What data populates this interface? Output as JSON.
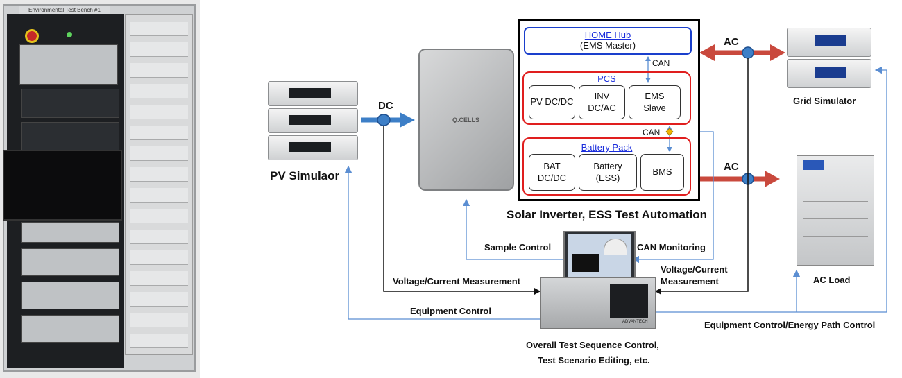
{
  "rack_photo": {
    "title": "Environmental Test Bench #1"
  },
  "pv_simulator": {
    "label": "PV Simulaor"
  },
  "inverter": {
    "logo": "Q.CELLS"
  },
  "automation_box": {
    "caption": "Solar Inverter, ESS Test Automation",
    "home_hub": {
      "title": "HOME Hub",
      "subtitle": "(EMS Master)"
    },
    "pcs": {
      "title": "PCS",
      "items": [
        "PV DC/DC",
        "INV\nDC/AC",
        "EMS\nSlave"
      ]
    },
    "battery_pack": {
      "title": "Battery Pack",
      "items": [
        "BAT\nDC/DC",
        "Battery\n(ESS)",
        "BMS"
      ]
    },
    "can_top": "CAN",
    "can_mid": "CAN"
  },
  "links": {
    "dc": "DC",
    "ac_grid": "AC",
    "ac_load": "AC"
  },
  "grid_simulator": {
    "label": "Grid Simulator"
  },
  "ac_load": {
    "label": "AC Load"
  },
  "controller": {
    "sample_control": "Sample Control",
    "can_monitoring": "CAN Monitoring",
    "vc_measure_left": "Voltage/Current Measurement",
    "vc_measure_right_1": "Voltage/Current",
    "vc_measure_right_2": "Measurement",
    "equipment_control": "Equipment Control",
    "equipment_energy_control": "Equipment Control/Energy Path Control",
    "caption_1": "Overall Test Sequence Control,",
    "caption_2": "Test Scenario Editing, etc.",
    "pc_brand": "ADVANTECH"
  },
  "colors": {
    "power_arrow_dc": "#3d7fc7",
    "power_arrow_ac": "#c9493d",
    "signal_line": "#5b8ed2",
    "pcs_border": "#e01e1e",
    "hub_border": "#1a3fcc"
  }
}
